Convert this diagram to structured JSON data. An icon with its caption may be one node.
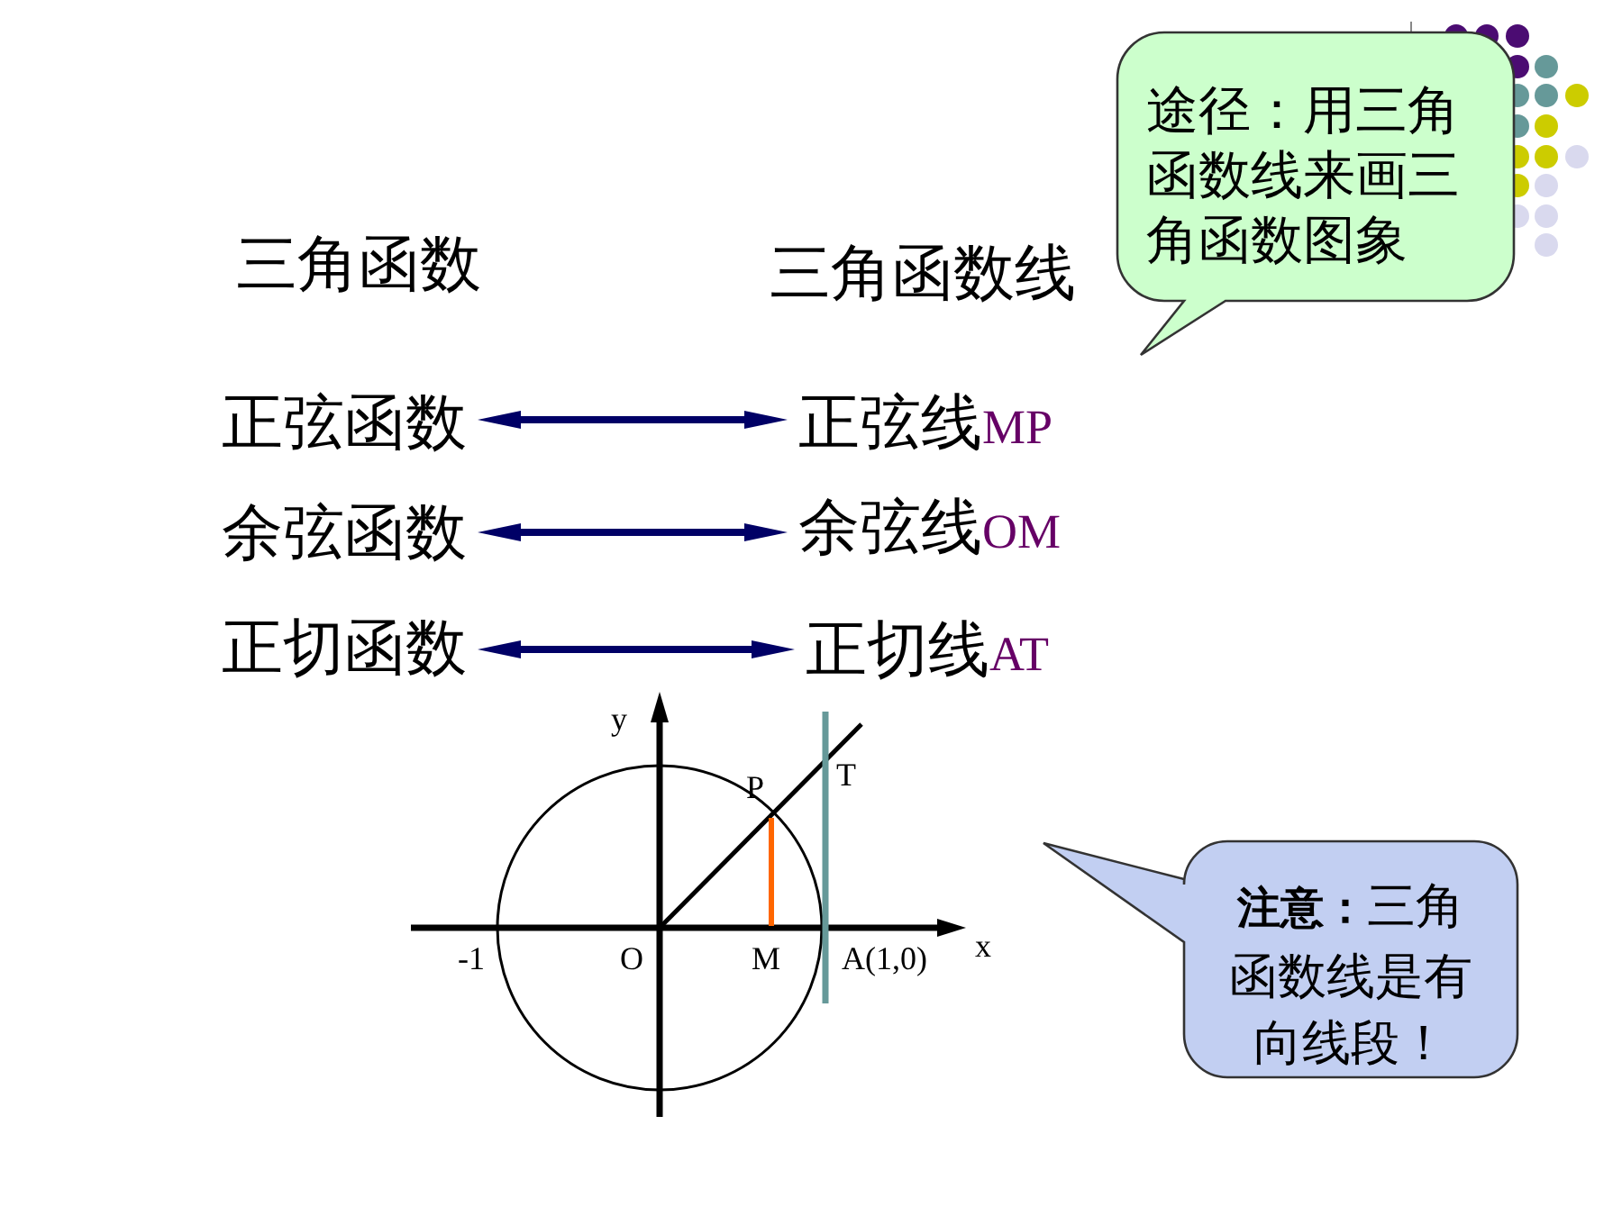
{
  "diagram": {
    "nodes": [
      {
        "text": [
          "途径：用三角函数线来画三角函数图象"
        ]
      },
      {
        "text": [
          "正弦函数"
        ]
      },
      {
        "text": [
          "正弦线",
          "MP"
        ]
      },
      {
        "text": [
          "余弦函数"
        ]
      },
      {
        "text": [
          "余弦线",
          "OM"
        ]
      },
      {
        "text": [
          "正切函数"
        ]
      },
      {
        "text": [
          "正切线",
          "AT"
        ]
      },
      {
        "text": [
          "**注意：**三角函数线是有向线段！"
        ]
      }
    ],
    "edges": [
      {
        "from": 1,
        "to": 2,
        "arrow": "both"
      },
      {
        "from": 3,
        "to": 4,
        "arrow": "both"
      },
      {
        "from": 5,
        "to": 6,
        "arrow": "both"
      }
    ],
    "labels": [
      "三角函数",
      "三角函数线",
      "y",
      "P",
      "T",
      "-1",
      "O",
      "M",
      "A(1,0)",
      "x"
    ]
  }
}
